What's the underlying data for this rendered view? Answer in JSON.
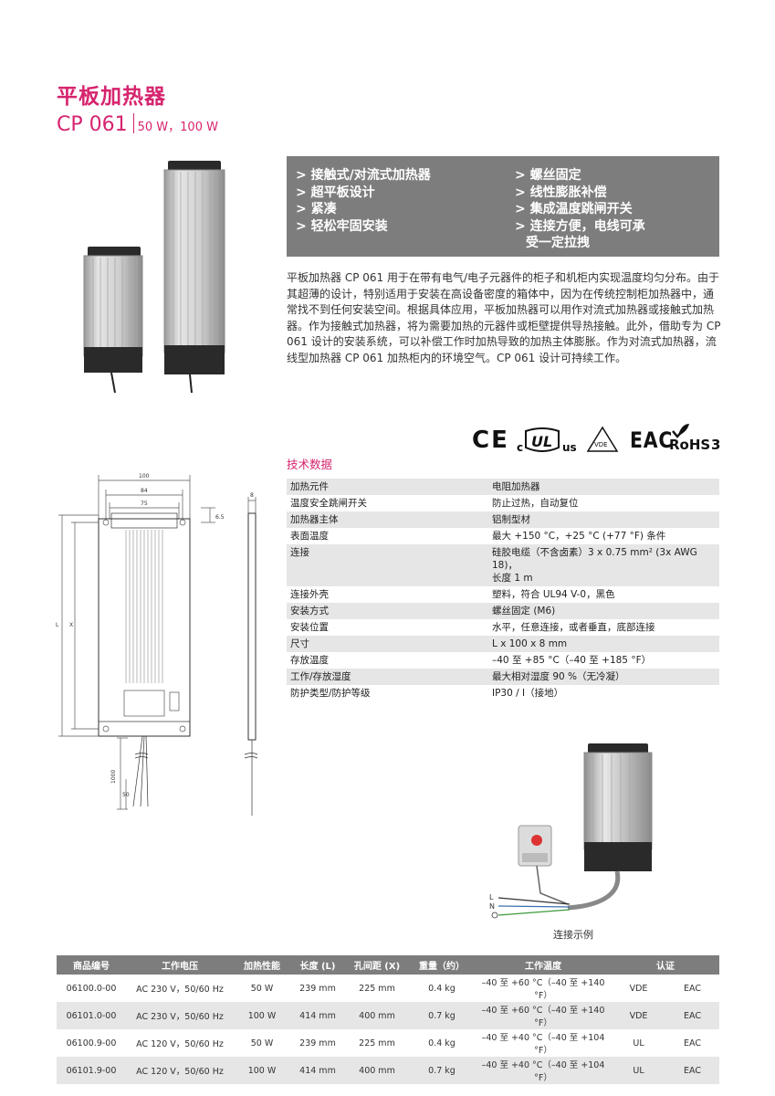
{
  "header": {
    "title": "平板加热器",
    "model": "CP 061",
    "power": "50 W，100 W"
  },
  "features": {
    "left": [
      "> 接触式/对流式加热器",
      "> 超平板设计",
      "> 紧凑",
      "> 轻松牢固安装"
    ],
    "right": [
      "> 螺丝固定",
      "> 线性膨胀补偿",
      "> 集成温度跳闸开关",
      "> 连接方便，电线可承",
      "受一定拉拽"
    ]
  },
  "description": "平板加热器 CP 061 用于在带有电气/电子元器件的柜子和机柜内实现温度均匀分布。由于其超薄的设计，特别适用于安装在高设备密度的箱体中，因为在传统控制柜加热器中，通常找不到任何安装空间。根据具体应用，平板加热器可以用作对流式加热器或接触式加热器。作为接触式加热器，将为需要加热的元器件或柜壁提供导热接触。此外，借助专为 CP 061 设计的安装系统，可以补偿工作时加热导致的加热主体膨胀。作为对流式加热器，流线型加热器 CP 061 加热柜内的环境空气。CP 061 设计可持续工作。",
  "certifications": {
    "ce": "CE",
    "ul": "c  us",
    "vde": "VDE",
    "eac": "EAC",
    "rohs": "RoHS",
    "rohs_num": "3"
  },
  "tech": {
    "title": "技术数据",
    "rows": [
      {
        "k": "加热元件",
        "v": "电阻加热器"
      },
      {
        "k": "温度安全跳闸开关",
        "v": "防止过热，自动复位"
      },
      {
        "k": "加热器主体",
        "v": "铝制型材"
      },
      {
        "k": "表面温度",
        "v": "最大 +150 °C，+25 °C (+77 °F) 条件"
      },
      {
        "k": "连接",
        "v": "硅胶电缆（不含卤素）3 x 0.75 mm² (3x AWG 18)，",
        "v2": "长度 1 m"
      },
      {
        "k": "连接外壳",
        "v": "塑料，符合 UL94 V-0，黑色"
      },
      {
        "k": "安装方式",
        "v": "螺丝固定 (M6)"
      },
      {
        "k": "安装位置",
        "v": "水平，任意连接，或者垂直，底部连接"
      },
      {
        "k": "尺寸",
        "v": "L x 100 x 8 mm"
      },
      {
        "k": "存放温度",
        "v": "–40 至 +85 °C（–40 至 +185 °F）"
      },
      {
        "k": "工作/存放湿度",
        "v": "最大相对湿度 90 %（无冷凝）"
      },
      {
        "k": "防护类型/防护等级",
        "v": "IP30 / I（接地）"
      }
    ]
  },
  "drawing": {
    "dim_100": "100",
    "dim_84": "84",
    "dim_75": "75",
    "dim_65": "6.5",
    "dim_8": "8",
    "dim_L": "L",
    "dim_X": "X",
    "dim_1000": "1000",
    "dim_50": "50"
  },
  "wiring": {
    "L": "L",
    "N": "N",
    "caption": "连接示例"
  },
  "order": {
    "headers": [
      "商品编号",
      "工作电压",
      "加热性能",
      "长度 (L)",
      "孔间距 (X)",
      "重量（约）",
      "工作温度",
      "认证"
    ],
    "rows": [
      [
        "06100.0-00",
        "AC 230 V，50/60 Hz",
        "50 W",
        "239 mm",
        "225 mm",
        "0.4 kg",
        "–40 至 +60 °C（–40 至 +140 °F）",
        "VDE",
        "EAC"
      ],
      [
        "06101.0-00",
        "AC 230 V，50/60 Hz",
        "100 W",
        "414 mm",
        "400 mm",
        "0.7 kg",
        "–40 至 +60 °C（–40 至 +140 °F）",
        "VDE",
        "EAC"
      ],
      [
        "06100.9-00",
        "AC 120 V，50/60 Hz",
        "50 W",
        "239 mm",
        "225 mm",
        "0.4 kg",
        "–40 至 +40 °C（–40 至 +104 °F）",
        "UL",
        "EAC"
      ],
      [
        "06101.9-00",
        "AC 120 V，50/60 Hz",
        "100 W",
        "414 mm",
        "400 mm",
        "0.7 kg",
        "–40 至 +40 °C（–40 至 +104 °F）",
        "UL",
        "EAC"
      ]
    ]
  },
  "colors": {
    "accent": "#d6246e",
    "bar_gray": "#7d7d7d",
    "row_gray": "#e6e6e6"
  }
}
